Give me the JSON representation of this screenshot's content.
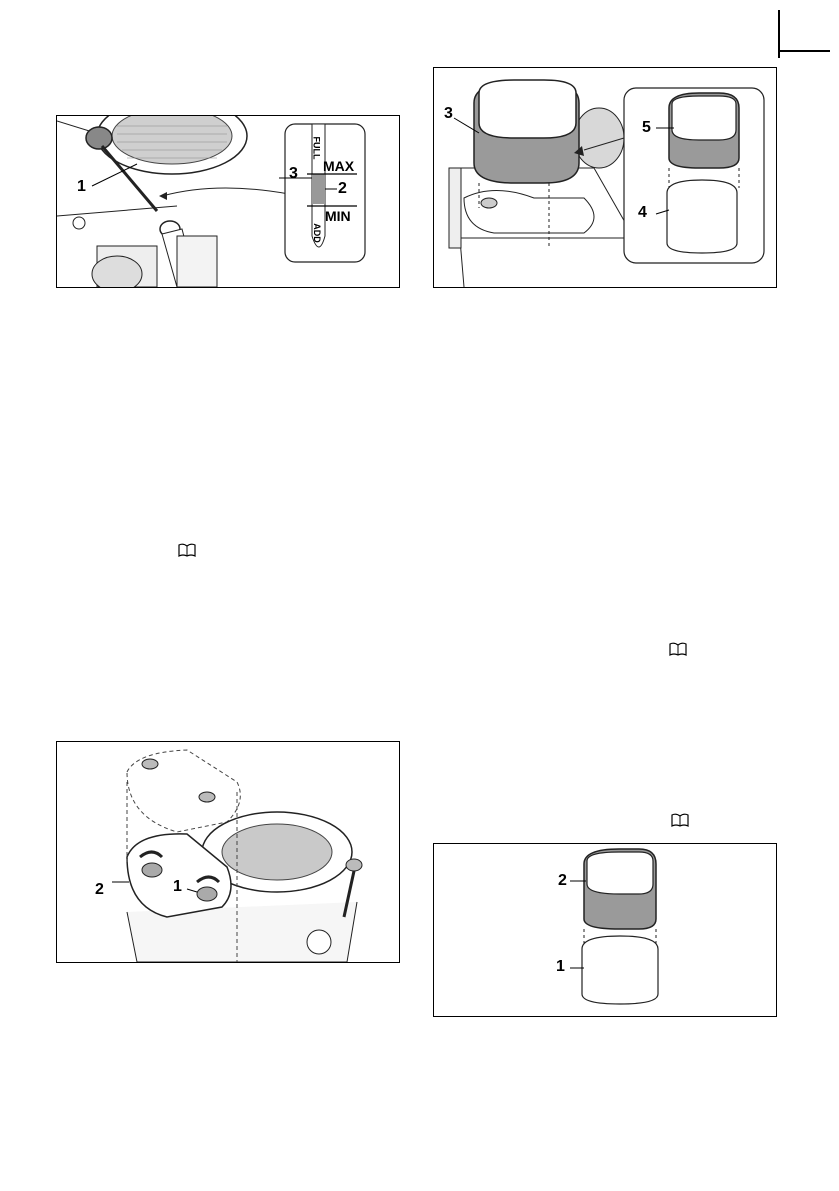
{
  "figures": {
    "dipstick": {
      "callouts": {
        "c1": "1",
        "c2": "2",
        "c3": "3"
      },
      "scale": {
        "full": "FULL",
        "max": "MAX",
        "min": "MIN",
        "add": "ADD"
      }
    },
    "air_filter_top": {
      "callouts": {
        "c3": "3",
        "c4": "4",
        "c5": "5"
      }
    },
    "engine_cover": {
      "callouts": {
        "c1": "1",
        "c2": "2"
      }
    },
    "air_filter_bottom": {
      "callouts": {
        "c1": "1",
        "c2": "2"
      }
    }
  },
  "icons": [
    "book-icon",
    "book-icon",
    "book-icon"
  ]
}
